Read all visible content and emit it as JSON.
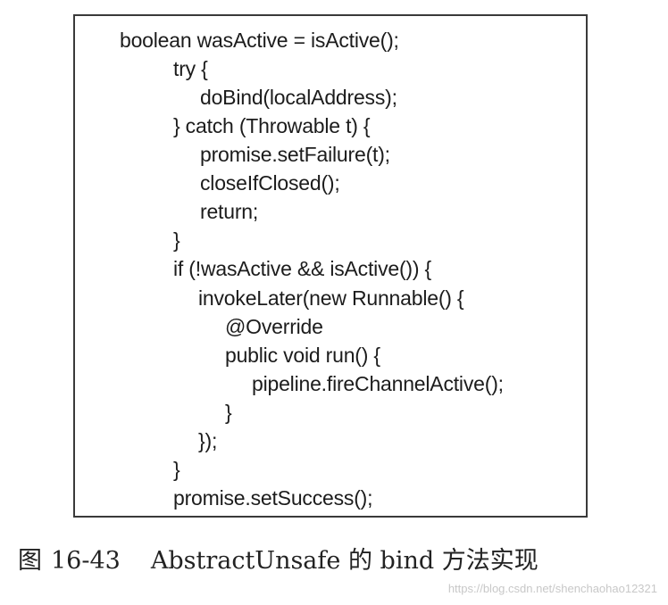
{
  "code_lines": [
    "boolean wasActive = isActive();",
    "try {",
    "doBind(localAddress);",
    "} catch (Throwable t) {",
    "promise.setFailure(t);",
    "closeIfClosed();",
    "return;",
    "}",
    "if (!wasActive && isActive()) {",
    "invokeLater(new Runnable() {",
    "@Override",
    "public void run() {",
    "pipeline.fireChannelActive();",
    "}",
    "});",
    "}",
    "promise.setSuccess();"
  ],
  "caption": {
    "label": "图",
    "number": "16-43",
    "text": "AbstractUnsafe 的 bind 方法实现"
  },
  "watermark": "https://blog.csdn.net/shenchaohao12321"
}
